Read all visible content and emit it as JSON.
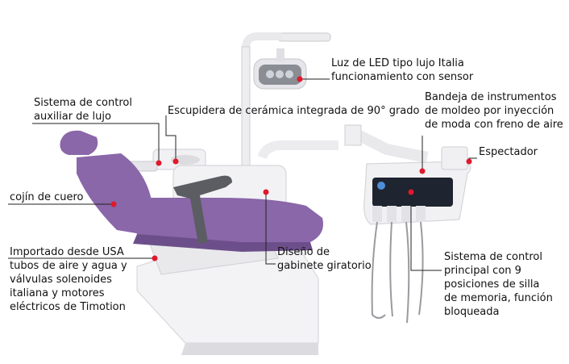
{
  "labels": {
    "led_light": "Luz de LED tipo lujo Italia\nfuncionamiento con sensor",
    "aux_control": "Sistema de control\nauxiliar de lujo",
    "cuspidor": "Escupidera de cerámica integrada de 90° grado",
    "instrument_tray": "Bandeja de instrumentos\nde moldeo por inyección\nde moda con freno de aire",
    "viewer": "Espectador",
    "cushion": "cojín de cuero",
    "imported": "Importado desde USA\ntubos de aire y agua y\nválvulas solenoides\nitaliana y motores\neléctricos de Timotion",
    "cabinet": "Diseño de\ngabinete giratorio",
    "main_control": "Sistema de control\nprincipal con 9\nposiciones de silla\nde memoria, función\nbloqueada"
  },
  "colors": {
    "upholstery": "#8a67a8",
    "upholstery_dark": "#6c4f8a",
    "frame": "#f2f2f4",
    "frame_shade": "#d6d6da",
    "armrest": "#5b5d62",
    "panel": "#1e2430",
    "marker": "#e0192b",
    "leader": "#222222"
  },
  "icons": [
    "marker-dot-icon"
  ]
}
